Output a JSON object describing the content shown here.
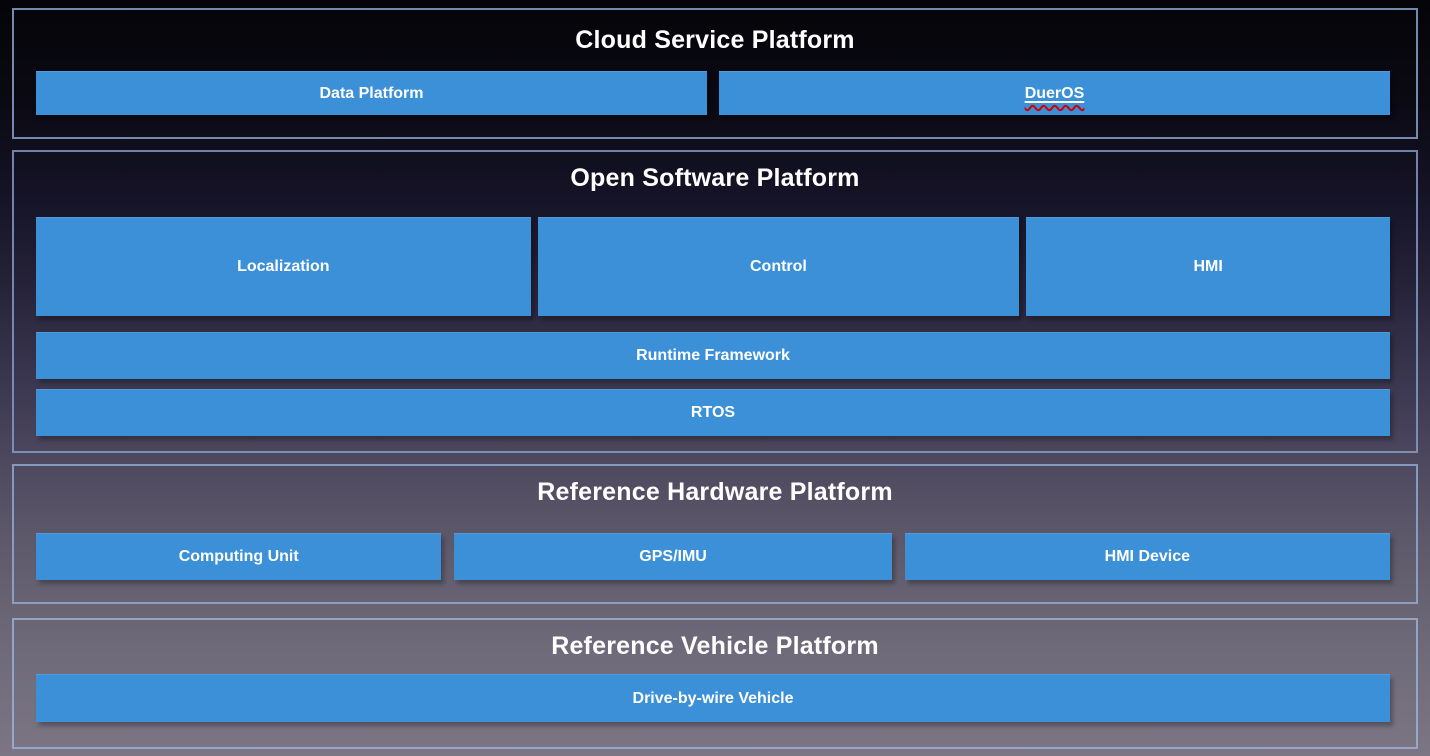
{
  "colors": {
    "box_blue": "#3B90D8",
    "panel_border": "#91A8D0",
    "title_text": "#FFFFFF",
    "box_label_text": "#FFFFFF",
    "spellcheck_underline_red": "#D40000",
    "background_top": "#050408",
    "background_bottom": "#7B7584"
  },
  "cloud": {
    "title": "Cloud Service Platform",
    "boxes": {
      "data_platform": "Data Platform",
      "dueros": "DuerOS"
    }
  },
  "software": {
    "title": "Open Software Platform",
    "boxes": {
      "localization": "Localization",
      "control": "Control",
      "hmi": "HMI",
      "runtime": "Runtime Framework",
      "rtos": "RTOS"
    }
  },
  "hardware": {
    "title": "Reference Hardware Platform",
    "boxes": {
      "computing_unit": "Computing Unit",
      "gps_imu": "GPS/IMU",
      "hmi_device": "HMI Device"
    }
  },
  "vehicle": {
    "title": "Reference Vehicle Platform",
    "boxes": {
      "drive_by_wire": "Drive-by-wire Vehicle"
    }
  }
}
